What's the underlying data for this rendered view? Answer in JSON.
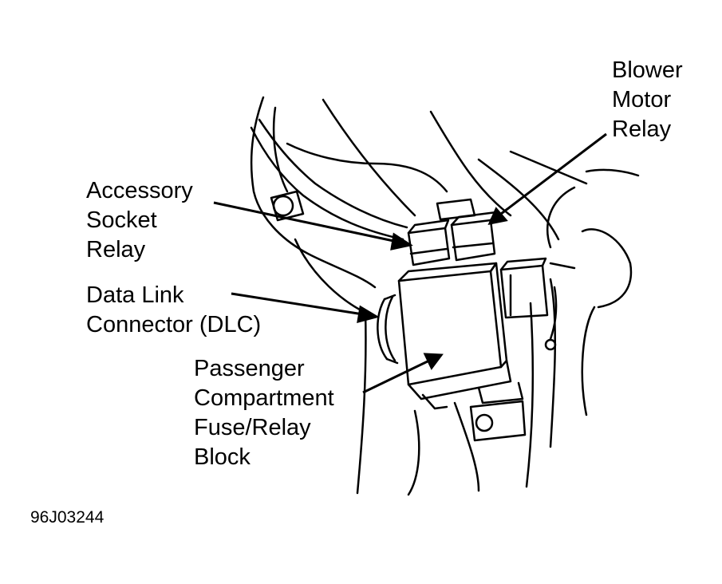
{
  "labels": {
    "blower_motor_relay": [
      "Blower",
      "Motor",
      "Relay"
    ],
    "accessory_socket_relay": [
      "Accessory",
      "Socket",
      "Relay"
    ],
    "data_link_connector": [
      "Data Link",
      "Connector (DLC)"
    ],
    "passenger_fuse_block": [
      "Passenger",
      "Compartment",
      "Fuse/Relay",
      "Block"
    ]
  },
  "figure_id": "96J03244"
}
